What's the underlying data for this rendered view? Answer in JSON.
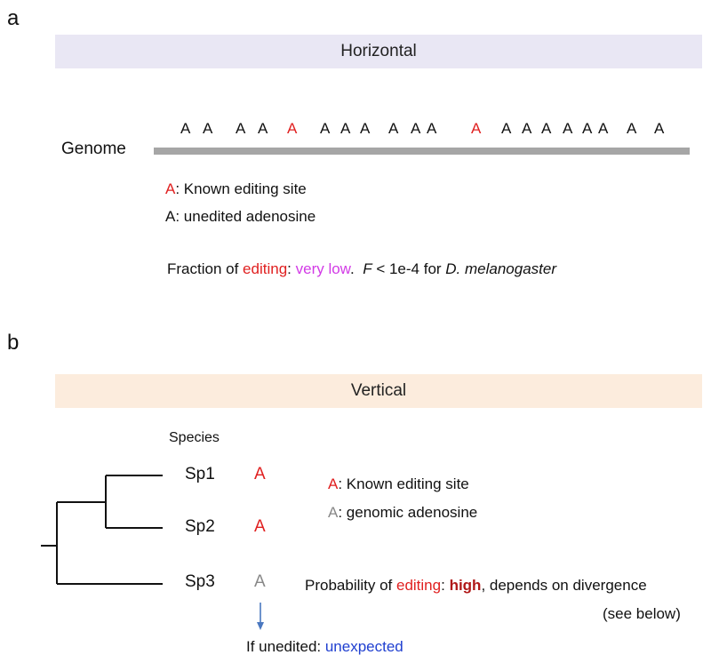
{
  "panel_a": {
    "letter": "a",
    "title": "Horizontal",
    "genome_label": "Genome",
    "sequence": [
      {
        "base": "A",
        "edited": false
      },
      {
        "base": "A",
        "edited": false
      },
      {
        "base": "A",
        "edited": false
      },
      {
        "base": "A",
        "edited": false
      },
      {
        "base": "A",
        "edited": true
      },
      {
        "base": "A",
        "edited": false
      },
      {
        "base": "A",
        "edited": false
      },
      {
        "base": "A",
        "edited": false
      },
      {
        "base": "A",
        "edited": false
      },
      {
        "base": "A",
        "edited": false
      },
      {
        "base": "A",
        "edited": false
      },
      {
        "base": "A",
        "edited": true
      },
      {
        "base": "A",
        "edited": false
      },
      {
        "base": "A",
        "edited": false
      },
      {
        "base": "A",
        "edited": false
      },
      {
        "base": "A",
        "edited": false
      },
      {
        "base": "A",
        "edited": false
      },
      {
        "base": "A",
        "edited": false
      },
      {
        "base": "A",
        "edited": false
      },
      {
        "base": "A",
        "edited": false
      }
    ],
    "legend": {
      "edited_symbol": "A",
      "edited_text": ":  Known editing site",
      "unedited_symbol": "A",
      "unedited_text": ":  unedited adenosine"
    },
    "fraction": {
      "prefix": "Fraction of ",
      "editing_word": "editing",
      "colon": ": ",
      "level": "very low",
      "after_level": ".  ",
      "f_symbol": "F",
      "f_text": " < 1e-4 for ",
      "species": "D. melanogaster"
    }
  },
  "panel_b": {
    "letter": "b",
    "title": "Vertical",
    "species_header": "Species",
    "species": [
      {
        "name": "Sp1",
        "base": "A",
        "state": "edited"
      },
      {
        "name": "Sp2",
        "base": "A",
        "state": "edited"
      },
      {
        "name": "Sp3",
        "base": "A",
        "state": "genomic"
      }
    ],
    "legend": {
      "edited_symbol": "A",
      "edited_text": ":  Known editing site",
      "genomic_symbol": "A",
      "genomic_text": ":  genomic adenosine"
    },
    "probability": {
      "prefix": "Probability of ",
      "editing_word": "editing",
      "colon": ": ",
      "level": "high",
      "suffix": ", depends on divergence"
    },
    "see_below": "(see below)",
    "unedited": {
      "prefix": "If unedited: ",
      "word": "unexpected"
    }
  },
  "colors": {
    "horizontal_band": "#e9e7f4",
    "vertical_band": "#fcecdd",
    "genome_bar": "#a6a6a6",
    "edited_red": "#e02020",
    "very_low_magenta": "#d23be6",
    "high_darkred": "#b01818",
    "genomic_gray": "#888888",
    "arrow_blue": "#4a78c0",
    "unexpected_blue": "#1f3fd0",
    "text": "#111111"
  }
}
